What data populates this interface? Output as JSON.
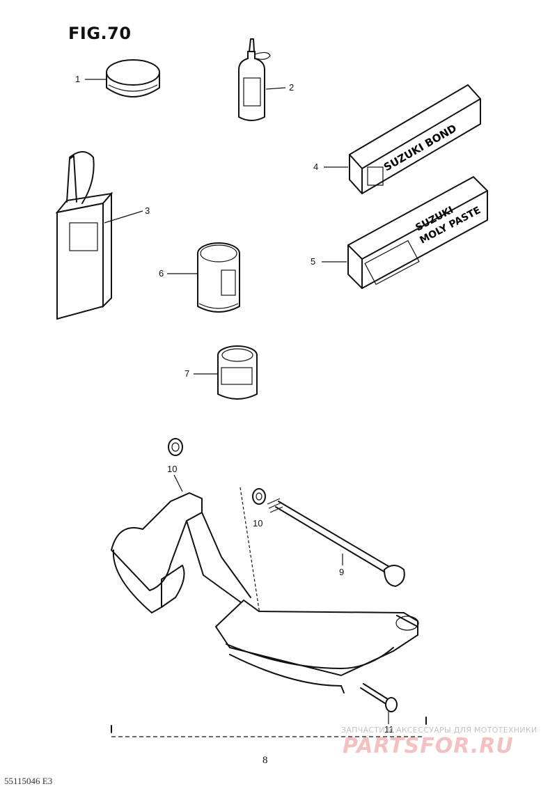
{
  "figure": {
    "title": "FIG.70"
  },
  "callouts": {
    "c1": "1",
    "c2": "2",
    "c3": "3",
    "c4": "4",
    "c5": "5",
    "c6": "6",
    "c7": "7",
    "c9": "9",
    "c10a": "10",
    "c10b": "10",
    "c11": "11"
  },
  "labels": {
    "box4": "SUZUKI BOND",
    "box5_line1": "SUZUKI",
    "box5_line2": "MOLY PASTE"
  },
  "footer": {
    "code": "55115046 E3",
    "page": "8"
  },
  "watermark": {
    "tagline": "ЗАПЧАСТИ И АКСЕССУАРЫ ДЛЯ МОТОТЕХНИКИ",
    "logo": "PARTSFOR.RU"
  }
}
